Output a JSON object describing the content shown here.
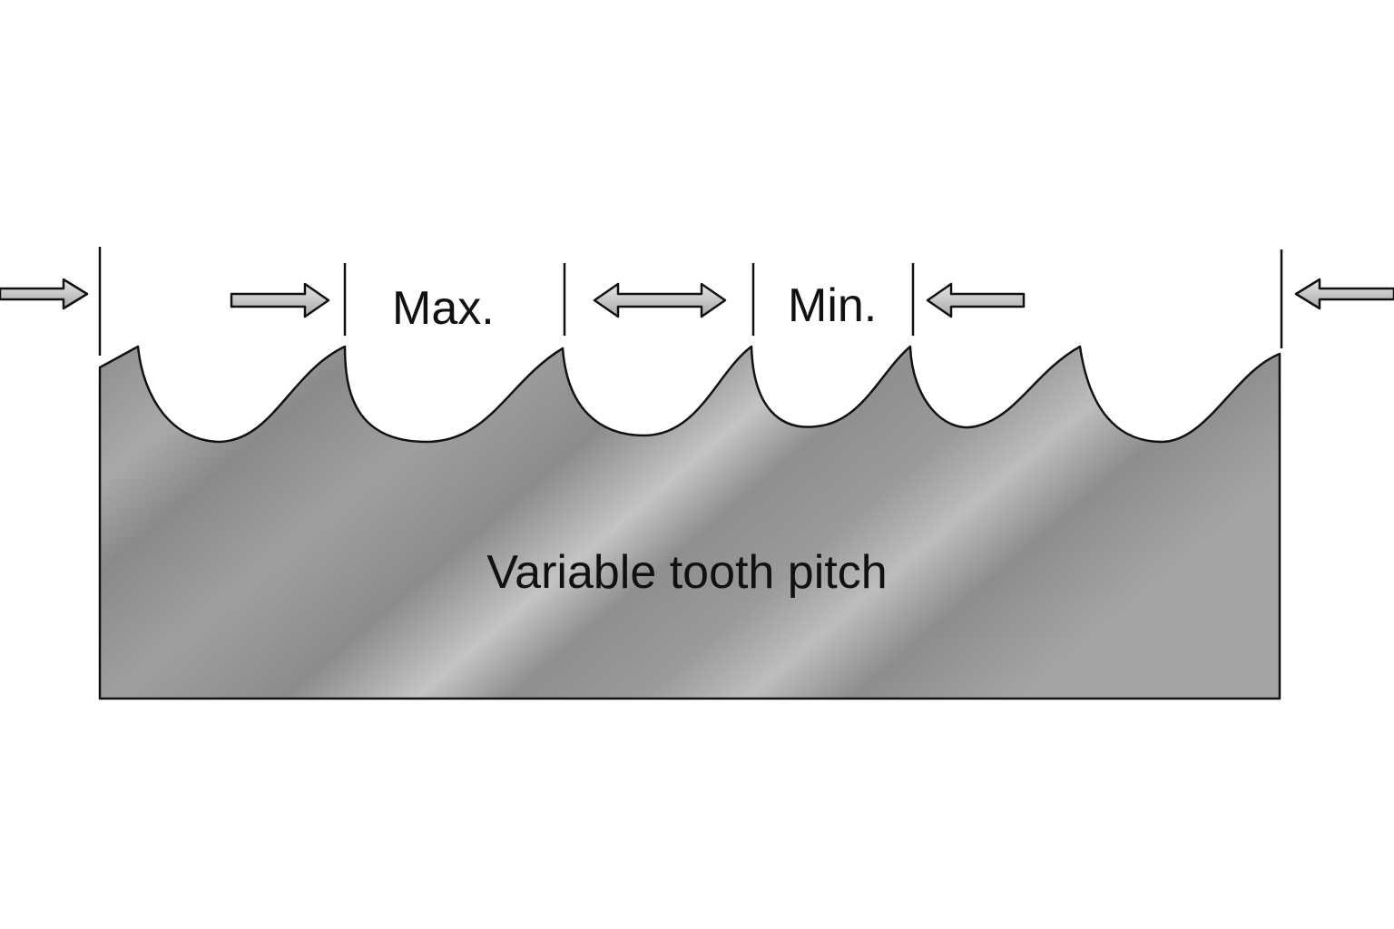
{
  "diagram": {
    "labels": {
      "max": "Max.",
      "min": "Min.",
      "blade": "Variable tooth pitch"
    },
    "arrows": [
      {
        "name": "left-edge-arrow",
        "direction": "right"
      },
      {
        "name": "first-gap-arrow",
        "direction": "right"
      },
      {
        "name": "middle-double-arrow",
        "direction": "both"
      },
      {
        "name": "min-gap-arrow",
        "direction": "left"
      },
      {
        "name": "right-edge-arrow",
        "direction": "left"
      }
    ],
    "colors": {
      "blade_dark": "#8c8c8c",
      "blade_light": "#c6c6c6",
      "outline": "#111111",
      "arrow_fill": "#c8c8c8"
    }
  }
}
